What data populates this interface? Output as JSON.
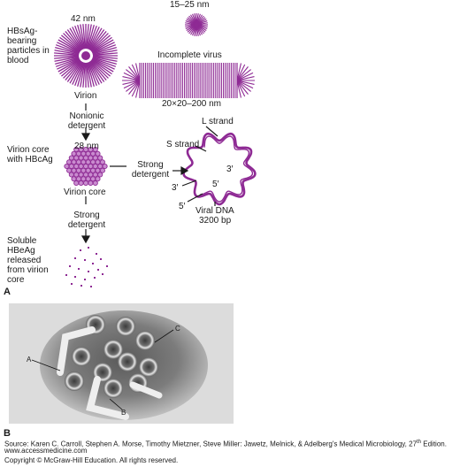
{
  "diagram": {
    "colors": {
      "particle": "#8e2a94",
      "particle_fill": "#c98ccf",
      "line": "#1a1a1a"
    },
    "left_labels": {
      "hbsag": "HBsAg-bearing particles in blood",
      "core": "Virion core with HBcAg",
      "soluble": "Soluble HBeAg released from virion core"
    },
    "sizes": {
      "virion": "42 nm",
      "small": "15–25 nm",
      "filament": "20×20–200 nm",
      "core": "28 nm"
    },
    "labels": {
      "incomplete": "Incomplete virus",
      "virion": "Virion",
      "nonionic": "Nonionic detergent",
      "virion_core": "Virion core",
      "strong_detergent_1": "Strong detergent",
      "strong_detergent_2": "Strong detergent"
    },
    "dna": {
      "l_strand": "L strand",
      "s_strand": "S strand",
      "three_prime_a": "3′",
      "three_prime_b": "3′",
      "five_prime_a": "5′",
      "five_prime_b": "5′",
      "title": "Viral DNA",
      "size": "3200 bp"
    },
    "panel_a": "A",
    "panel_b": "B",
    "photo_labels": {
      "a": "A",
      "b": "B",
      "c": "C"
    }
  },
  "footer": {
    "source_prefix": "Source: Karen C. Carroll, Stephen A. Morse, Timothy Mietzner, Steve Miller: Jawetz, Melnick, & Adelberg's Medical Microbiology, 27",
    "source_sup": "th",
    "source_suffix": " Edition.",
    "url": "www.accessmedicine.com",
    "copyright": "Copyright © McGraw-Hill Education.  All rights reserved."
  }
}
